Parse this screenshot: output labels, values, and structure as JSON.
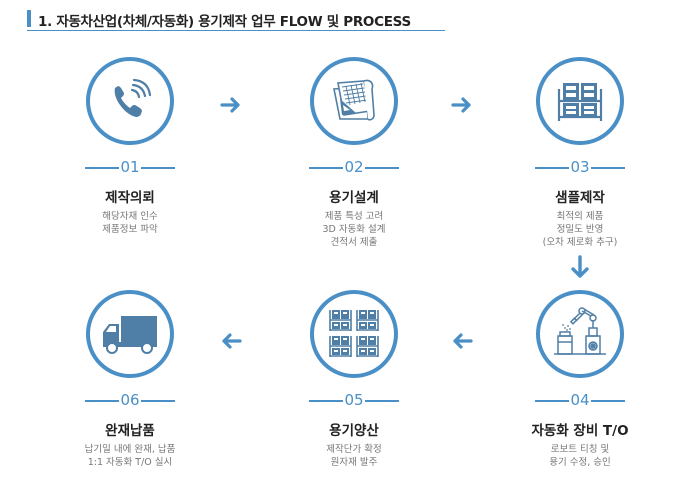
{
  "header": {
    "title": "1. 자동차산업(차체/자동화) 용기제작 업무 FLOW 및 PROCESS"
  },
  "colors": {
    "accent": "#4a8fc6",
    "icon": "#4f7fa6",
    "title_text": "#222222",
    "desc_text": "#777777"
  },
  "steps": [
    {
      "number": "01",
      "title": "제작의뢰",
      "icon": "phone-icon",
      "desc": [
        "해당자재 인수",
        "제품정보 파악"
      ]
    },
    {
      "number": "02",
      "title": "용기설계",
      "icon": "blueprint-icon",
      "desc": [
        "제품 특성 고려",
        "3D 자동화 설계",
        "견적서 제출"
      ]
    },
    {
      "number": "03",
      "title": "샘플제작",
      "icon": "shelf-icon",
      "desc": [
        "최적의 제품",
        "정밀도 반영",
        "(오차 제로화 추구)"
      ]
    },
    {
      "number": "04",
      "title": "자동화 장비 T/O",
      "icon": "robot-arm-icon",
      "desc": [
        "로보트 티칭 및",
        "용기 수정, 승인"
      ]
    },
    {
      "number": "05",
      "title": "용기양산",
      "icon": "warehouse-icon",
      "desc": [
        "제작단가 확정",
        "원자재 발주"
      ]
    },
    {
      "number": "06",
      "title": "완재납품",
      "icon": "truck-icon",
      "desc": [
        "납기일 내에 완재, 납품",
        "1:1 자동화 T/O 실시"
      ]
    }
  ],
  "arrows": [
    "right",
    "right",
    "down",
    "left",
    "left"
  ]
}
